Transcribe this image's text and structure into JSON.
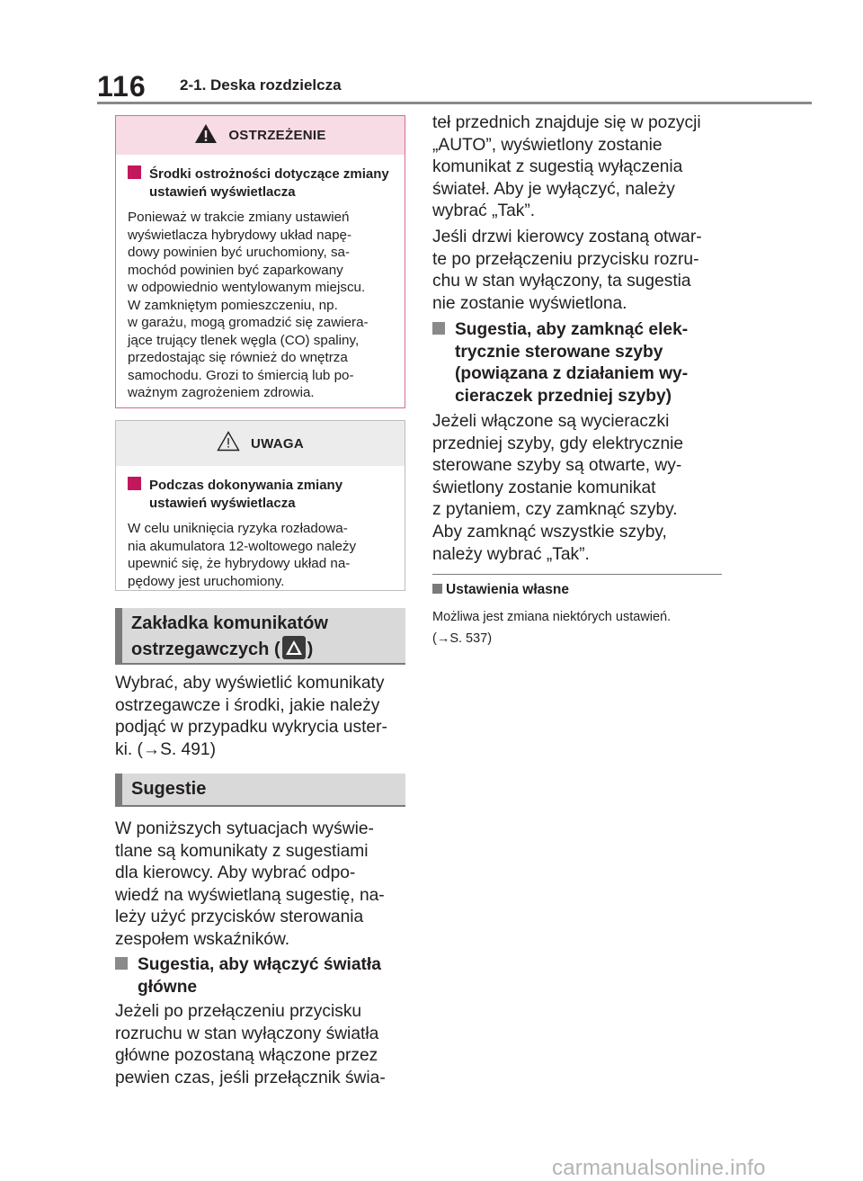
{
  "header": {
    "page_number": "116",
    "section": "2-1. Deska rozdzielcza"
  },
  "warning": {
    "title": "OSTRZEŻENIE",
    "subheading": "Środki ostrożności dotyczące zmiany ustawień wyświetlacza",
    "text": "Ponieważ w trakcie zmiany ustawień\nwyświetlacza hybrydowy układ napę-\ndowy powinien być uruchomiony, sa-\nmochód powinien być zaparkowany\nw odpowiednio wentylowanym miejscu.\nW zamkniętym pomieszczeniu, np.\nw garażu, mogą gromadzić się zawiera-\njące trujący tlenek węgla (CO) spaliny,\nprzedostając się również do wnętrza\nsamochodu. Grozi to śmiercią lub po-\nważnym zagrożeniem zdrowia."
  },
  "caution": {
    "title": "UWAGA",
    "subheading": "Podczas dokonywania zmiany ustawień wyświetlacza",
    "text": "W celu uniknięcia ryzyka rozładowa-\nnia akumulatora 12-woltowego należy\nupewnić się, że hybrydowy układ na-\npędowy jest uruchomiony."
  },
  "section_warning_tab": {
    "title_line1": "Zakładka komunikatów",
    "title_line2_before": "ostrzegawczych (",
    "title_line2_after": ")",
    "text": "Wybrać, aby wyświetlić komunikaty\nostrzegawcze i środki, jakie należy\npodjąć w przypadku wykrycia uster-\nki. (→S. 491)"
  },
  "section_suggestions": {
    "title": "Sugestie",
    "intro": "W poniższych sytuacjach wyświe-\ntlane są komunikaty z sugestiami\ndla kierowcy. Aby wybrać odpo-\nwiedź na wyświetlaną sugestię, na-\nleży użyć przycisków sterowania\nzespołem wskaźników.",
    "item1_title": "Sugestia, aby włączyć światła\ngłówne",
    "item1_text": "Jeżeli po przełączeniu przycisku\nrozruchu w stan wyłączony światła\ngłówne pozostaną włączone przez\npewien czas, jeśli przełącznik świa-",
    "item1_text_cont": "teł przednich znajduje się w pozycji\n„AUTO”, wyświetlony zostanie\nkomunikat z sugestią wyłączenia\nświateł. Aby je wyłączyć, należy\nwybrać „Tak”.",
    "item1_text_2": "Jeśli drzwi kierowcy zostaną otwar-\nte po przełączeniu przycisku rozru-\nchu w stan wyłączony, ta sugestia\nnie zostanie wyświetlona.",
    "item2_title": "Sugestia, aby zamknąć elek-\ntrycznie sterowane szyby\n(powiązana z działaniem wy-\ncieraczek przedniej szyby)",
    "item2_text": "Jeżeli włączone są wycieraczki\nprzedniej szyby, gdy elektrycznie\nsterowane szyby są otwarte, wy-\nświetlony zostanie komunikat\nz pytaniem, czy zamknąć szyby.\nAby zamknąć wszystkie szyby,\nnależy wybrać „Tak”."
  },
  "custom_settings": {
    "title": "Ustawienia własne",
    "text1": "Możliwa jest zmiana niektórych ustawień.",
    "text2": "(→S. 537)"
  },
  "watermark": "carmanualsonline.info"
}
